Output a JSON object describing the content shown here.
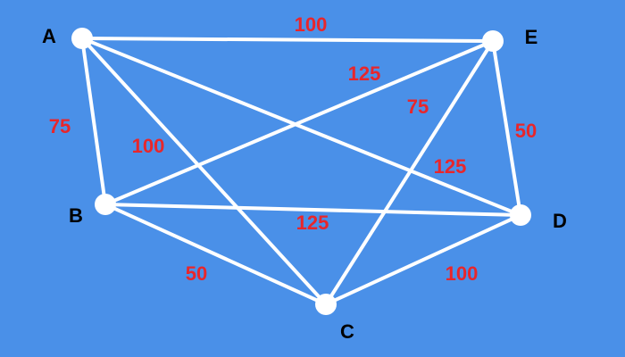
{
  "colors": {
    "background": "#4a90e8",
    "edge": "#ffffff",
    "vertex": "#ffffff",
    "vertex_label": "#000000",
    "weight_label": "#e8262b"
  },
  "graph": {
    "vertices": [
      {
        "id": "A",
        "label": "A"
      },
      {
        "id": "B",
        "label": "B"
      },
      {
        "id": "C",
        "label": "C"
      },
      {
        "id": "D",
        "label": "D"
      },
      {
        "id": "E",
        "label": "E"
      }
    ],
    "edges": [
      {
        "from": "A",
        "to": "E",
        "weight": "100"
      },
      {
        "from": "A",
        "to": "B",
        "weight": "75"
      },
      {
        "from": "A",
        "to": "C",
        "weight": "100"
      },
      {
        "from": "A",
        "to": "D",
        "weight": "125"
      },
      {
        "from": "B",
        "to": "E",
        "weight": "125"
      },
      {
        "from": "B",
        "to": "D",
        "weight": "125"
      },
      {
        "from": "B",
        "to": "C",
        "weight": "50"
      },
      {
        "from": "C",
        "to": "E",
        "weight": "75"
      },
      {
        "from": "C",
        "to": "D",
        "weight": "100"
      },
      {
        "from": "E",
        "to": "D",
        "weight": "50"
      }
    ]
  }
}
